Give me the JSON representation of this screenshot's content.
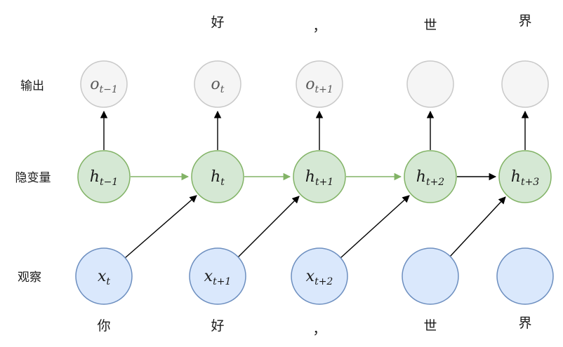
{
  "row_labels": {
    "output": "输出",
    "hidden": "隐变量",
    "observation": "观察"
  },
  "top_labels": {
    "col2": "好",
    "col3": "，",
    "col4": "世",
    "col5": "界"
  },
  "bottom_labels": {
    "col1": "你",
    "col2": "好",
    "col3": "，",
    "col4": "世",
    "col5": "界"
  },
  "nodes": {
    "output": [
      {
        "base": "o",
        "sub": "t−1"
      },
      {
        "base": "o",
        "sub": "t"
      },
      {
        "base": "o",
        "sub": "t+1"
      },
      {
        "base": "",
        "sub": ""
      },
      {
        "base": "",
        "sub": ""
      }
    ],
    "hidden": [
      {
        "base": "h",
        "sub": "t−1"
      },
      {
        "base": "h",
        "sub": "t"
      },
      {
        "base": "h",
        "sub": "t+1"
      },
      {
        "base": "h",
        "sub": "t+2"
      },
      {
        "base": "h",
        "sub": "t+3"
      }
    ],
    "observation": [
      {
        "base": "x",
        "sub": "t"
      },
      {
        "base": "x",
        "sub": "t+1"
      },
      {
        "base": "x",
        "sub": "t+2"
      },
      {
        "base": "",
        "sub": ""
      },
      {
        "base": "",
        "sub": ""
      }
    ]
  },
  "colors": {
    "output_fill": "#f5f5f5",
    "output_border": "#c9c9c9",
    "output_text": "#595959",
    "hidden_fill": "#d5e8d4",
    "hidden_border": "#82b366",
    "hidden_text": "#1a1a1a",
    "observation_fill": "#dae8fc",
    "observation_border": "#6c8ebf",
    "observation_text": "#1a1a1a",
    "arrow_black": "#000000",
    "arrow_green": "#82b366"
  }
}
